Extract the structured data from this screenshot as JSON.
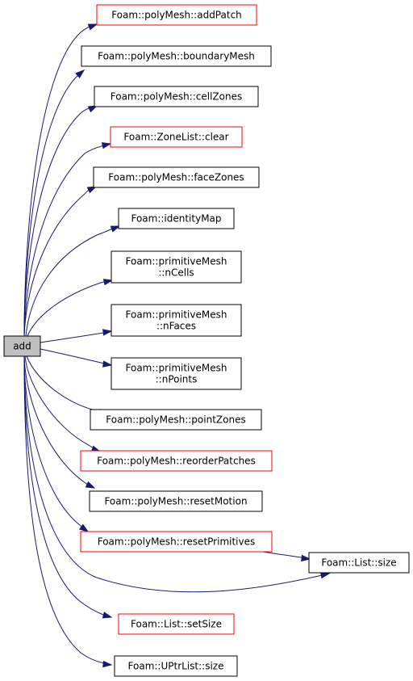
{
  "graph": {
    "root": {
      "id": "add",
      "label": "add"
    },
    "nodes": [
      {
        "id": "addPatch",
        "lines": [
          "Foam::polyMesh::addPatch"
        ],
        "border": "red"
      },
      {
        "id": "boundaryMesh",
        "lines": [
          "Foam::polyMesh::boundaryMesh"
        ],
        "border": "black"
      },
      {
        "id": "cellZones",
        "lines": [
          "Foam::polyMesh::cellZones"
        ],
        "border": "black"
      },
      {
        "id": "clear",
        "lines": [
          "Foam::ZoneList::clear"
        ],
        "border": "red"
      },
      {
        "id": "faceZones",
        "lines": [
          "Foam::polyMesh::faceZones"
        ],
        "border": "black"
      },
      {
        "id": "identityMap",
        "lines": [
          "Foam::identityMap"
        ],
        "border": "black"
      },
      {
        "id": "nCells",
        "lines": [
          "Foam::primitiveMesh",
          "::nCells"
        ],
        "border": "black"
      },
      {
        "id": "nFaces",
        "lines": [
          "Foam::primitiveMesh",
          "::nFaces"
        ],
        "border": "black"
      },
      {
        "id": "nPoints",
        "lines": [
          "Foam::primitiveMesh",
          "::nPoints"
        ],
        "border": "black"
      },
      {
        "id": "pointZones",
        "lines": [
          "Foam::polyMesh::pointZones"
        ],
        "border": "black"
      },
      {
        "id": "reorderPatches",
        "lines": [
          "Foam::polyMesh::reorderPatches"
        ],
        "border": "red"
      },
      {
        "id": "resetMotion",
        "lines": [
          "Foam::polyMesh::resetMotion"
        ],
        "border": "black"
      },
      {
        "id": "resetPrimitives",
        "lines": [
          "Foam::polyMesh::resetPrimitives"
        ],
        "border": "red"
      },
      {
        "id": "listSize",
        "lines": [
          "Foam::List::size"
        ],
        "border": "black"
      },
      {
        "id": "setSize",
        "lines": [
          "Foam::List::setSize"
        ],
        "border": "red"
      },
      {
        "id": "uptrSize",
        "lines": [
          "Foam::UPtrList::size"
        ],
        "border": "black"
      }
    ],
    "edges": [
      [
        "add",
        "addPatch"
      ],
      [
        "add",
        "boundaryMesh"
      ],
      [
        "add",
        "cellZones"
      ],
      [
        "add",
        "clear"
      ],
      [
        "add",
        "faceZones"
      ],
      [
        "add",
        "identityMap"
      ],
      [
        "add",
        "nCells"
      ],
      [
        "add",
        "nFaces"
      ],
      [
        "add",
        "nPoints"
      ],
      [
        "add",
        "pointZones"
      ],
      [
        "add",
        "reorderPatches"
      ],
      [
        "add",
        "resetMotion"
      ],
      [
        "add",
        "resetPrimitives"
      ],
      [
        "add",
        "listSize"
      ],
      [
        "add",
        "setSize"
      ],
      [
        "add",
        "uptrSize"
      ],
      [
        "resetPrimitives",
        "listSize"
      ]
    ],
    "colors": {
      "edge": "#191970",
      "red_border": "#ff0000",
      "black_border": "#000000",
      "root_fill": "#bfbfbf"
    }
  }
}
